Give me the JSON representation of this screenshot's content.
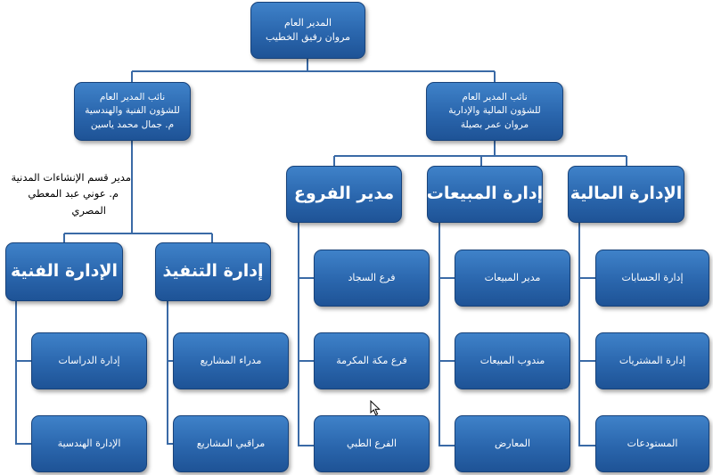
{
  "ceo": {
    "title": "المدير العام",
    "name": "مروان رفيق الخطيب"
  },
  "deputy_finance": {
    "line1": "نائب المدير العام",
    "line2": "للشؤون المالية والإدارية",
    "line3": "مروان عمر بصيلة"
  },
  "deputy_tech": {
    "line1": "نائب المدير العام",
    "line2": "للشؤون الفنية والهندسية",
    "line3": "م. جمال محمد ياسين"
  },
  "construction_head": {
    "line1": "مدير قسم الإنشاءات المدنية",
    "line2": "م. عوني عبد المعطي",
    "line3": "المصري"
  },
  "departments": {
    "finance": "الإدارة المالية",
    "sales": "إدارة المبيعات",
    "branches": "مدير الفروع",
    "execution": "إدارة التنفيذ",
    "technical": "الإدارة الفنية"
  },
  "finance_units": [
    "إدارة الحسابات",
    "إدارة المشتريات",
    "المستودعات"
  ],
  "sales_units": [
    "مدير المبيعات",
    "مندوب المبيعات",
    "المعارض"
  ],
  "branch_units": [
    "فرع السجاد",
    "فرع مكة المكرمة",
    "الفرع الطبي"
  ],
  "execution_units": [
    "مدراء المشاريع",
    "مراقبي المشاريع"
  ],
  "technical_units": [
    "إدارة الدراسات",
    "الإدارة الهندسية"
  ],
  "colors": {
    "box_top": "#3f82c9",
    "box_bottom": "#1e5396",
    "border": "#17427a",
    "connector": "#3a6aa6"
  }
}
